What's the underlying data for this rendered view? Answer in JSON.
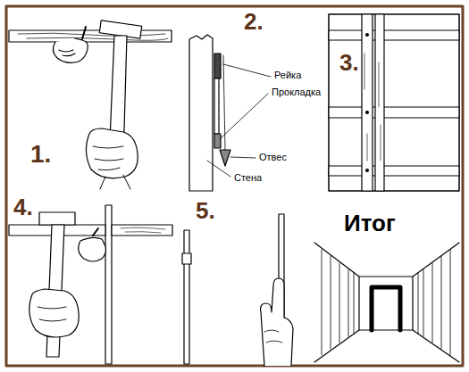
{
  "diagram": {
    "labels": [
      "1.",
      "2.",
      "Рейка",
      "Прокладка",
      "Стена",
      "Отвес",
      "3.",
      "4.",
      "5.",
      "Итог"
    ]
  }
}
